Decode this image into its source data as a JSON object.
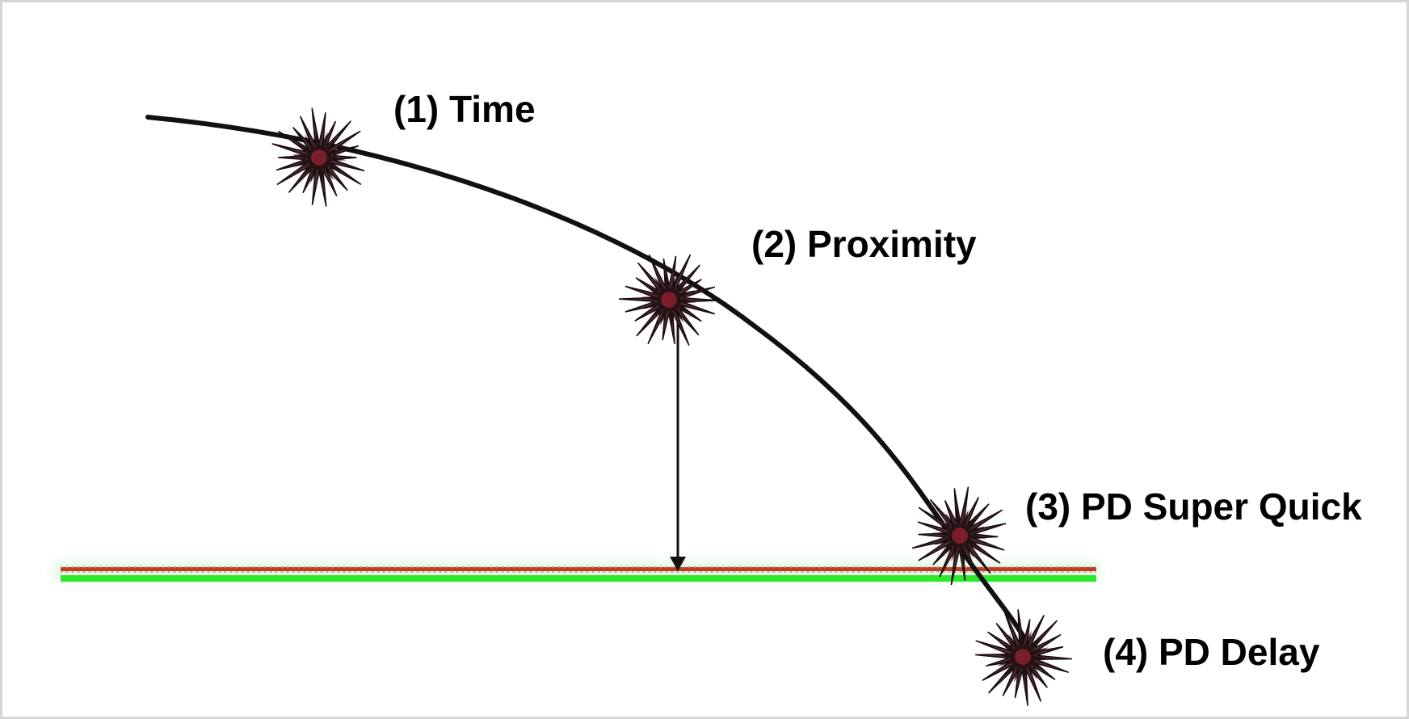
{
  "diagram": {
    "labels": {
      "time": "(1) Time",
      "proximity": "(2) Proximity",
      "pd_super_quick": "(3) PD Super Quick",
      "pd_delay": "(4) PD Delay"
    },
    "colors": {
      "background": "#ffffff",
      "frame": "#d6d6d6",
      "trajectory": "#111111",
      "burst_fill": "#4a2a2e",
      "burst_stroke": "#1a0c0e",
      "burst_core": "#7a1f2a",
      "ground_green": "#2ee82e",
      "ground_red": "#c03a2a",
      "ground_dots": "#b89a6a",
      "arrow": "#111111",
      "text": "#000000"
    }
  }
}
